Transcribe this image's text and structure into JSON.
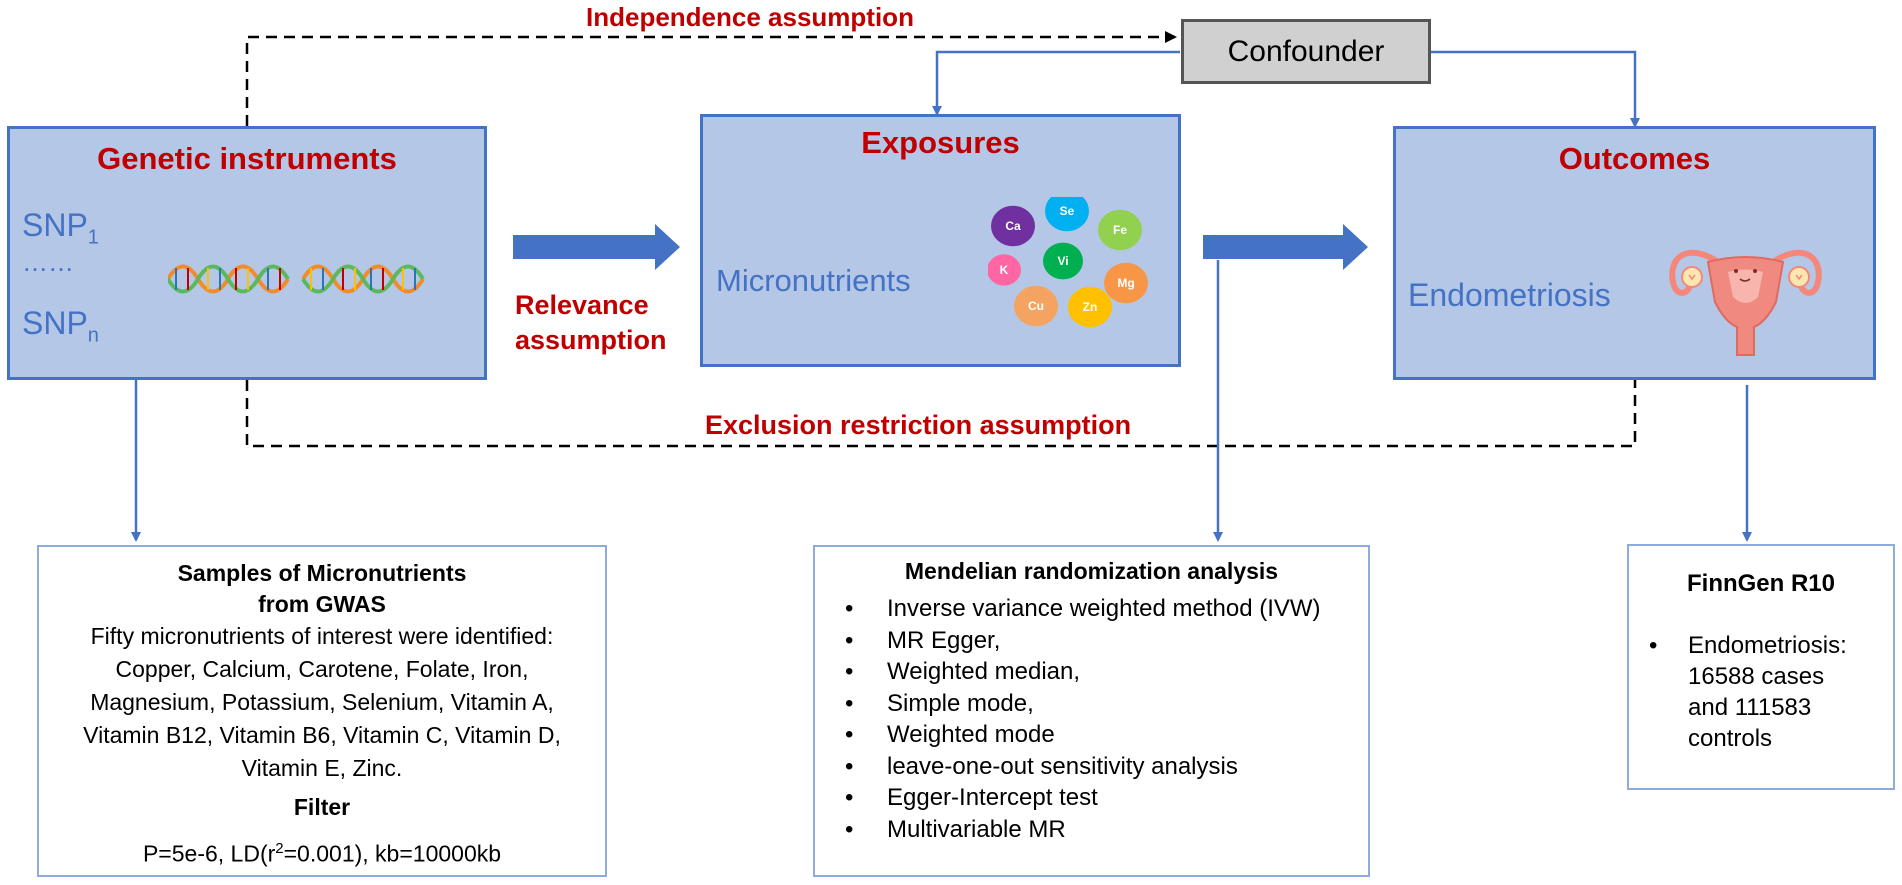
{
  "assumptions": {
    "independence": "Independence assumption",
    "relevance_line1": "Relevance",
    "relevance_line2": "assumption",
    "exclusion": "Exclusion restriction assumption"
  },
  "confounder": {
    "label": "Confounder"
  },
  "genetic": {
    "title": "Genetic instruments",
    "snp1_base": "SNP",
    "snp1_sub": "1",
    "ellipsis": "……",
    "snpn_base": "SNP",
    "snpn_sub": "n"
  },
  "exposures": {
    "title": "Exposures",
    "label": "Micronutrients",
    "bubbles": [
      {
        "label": "Ca",
        "color": "#7030a0"
      },
      {
        "label": "Se",
        "color": "#00b0f0"
      },
      {
        "label": "Fe",
        "color": "#92d050"
      },
      {
        "label": "K",
        "color": "#ff66a3"
      },
      {
        "label": "Vi",
        "color": "#00b050"
      },
      {
        "label": "Mg",
        "color": "#f79646"
      },
      {
        "label": "Cu",
        "color": "#f4a460"
      },
      {
        "label": "Zn",
        "color": "#ffc000"
      }
    ]
  },
  "outcomes": {
    "title": "Outcomes",
    "label": "Endometriosis"
  },
  "samples_panel": {
    "title_line1": "Samples of Micronutrients",
    "title_line2": "from GWAS",
    "lines": [
      "Fifty micronutrients of interest were identified:",
      "Copper, Calcium, Carotene, Folate, Iron,",
      "Magnesium, Potassium, Selenium, Vitamin A,",
      "Vitamin B12, Vitamin B6, Vitamin C, Vitamin D,",
      "Vitamin E, Zinc."
    ],
    "filter_title": "Filter",
    "filter_pre": "P=5e-6, LD(r",
    "filter_sup": "2",
    "filter_post": "=0.001), kb=10000kb"
  },
  "mr_panel": {
    "title": "Mendelian randomization analysis",
    "methods": [
      "Inverse variance weighted method (IVW)",
      "MR Egger,",
      "Weighted median,",
      "Simple mode,",
      "Weighted mode",
      "leave-one-out sensitivity analysis",
      "Egger-Intercept test",
      "Multivariable MR"
    ]
  },
  "finngen_panel": {
    "title": "FinnGen R10",
    "bullet_lines": [
      "Endometriosis:",
      "16588 cases",
      "and 111583",
      "controls"
    ]
  },
  "colors": {
    "box_fill": "#b4c7e7",
    "box_border": "#4472c4",
    "title_red": "#c00000",
    "panel_border": "#8faadc",
    "confounder_fill": "#d0d0d0"
  }
}
